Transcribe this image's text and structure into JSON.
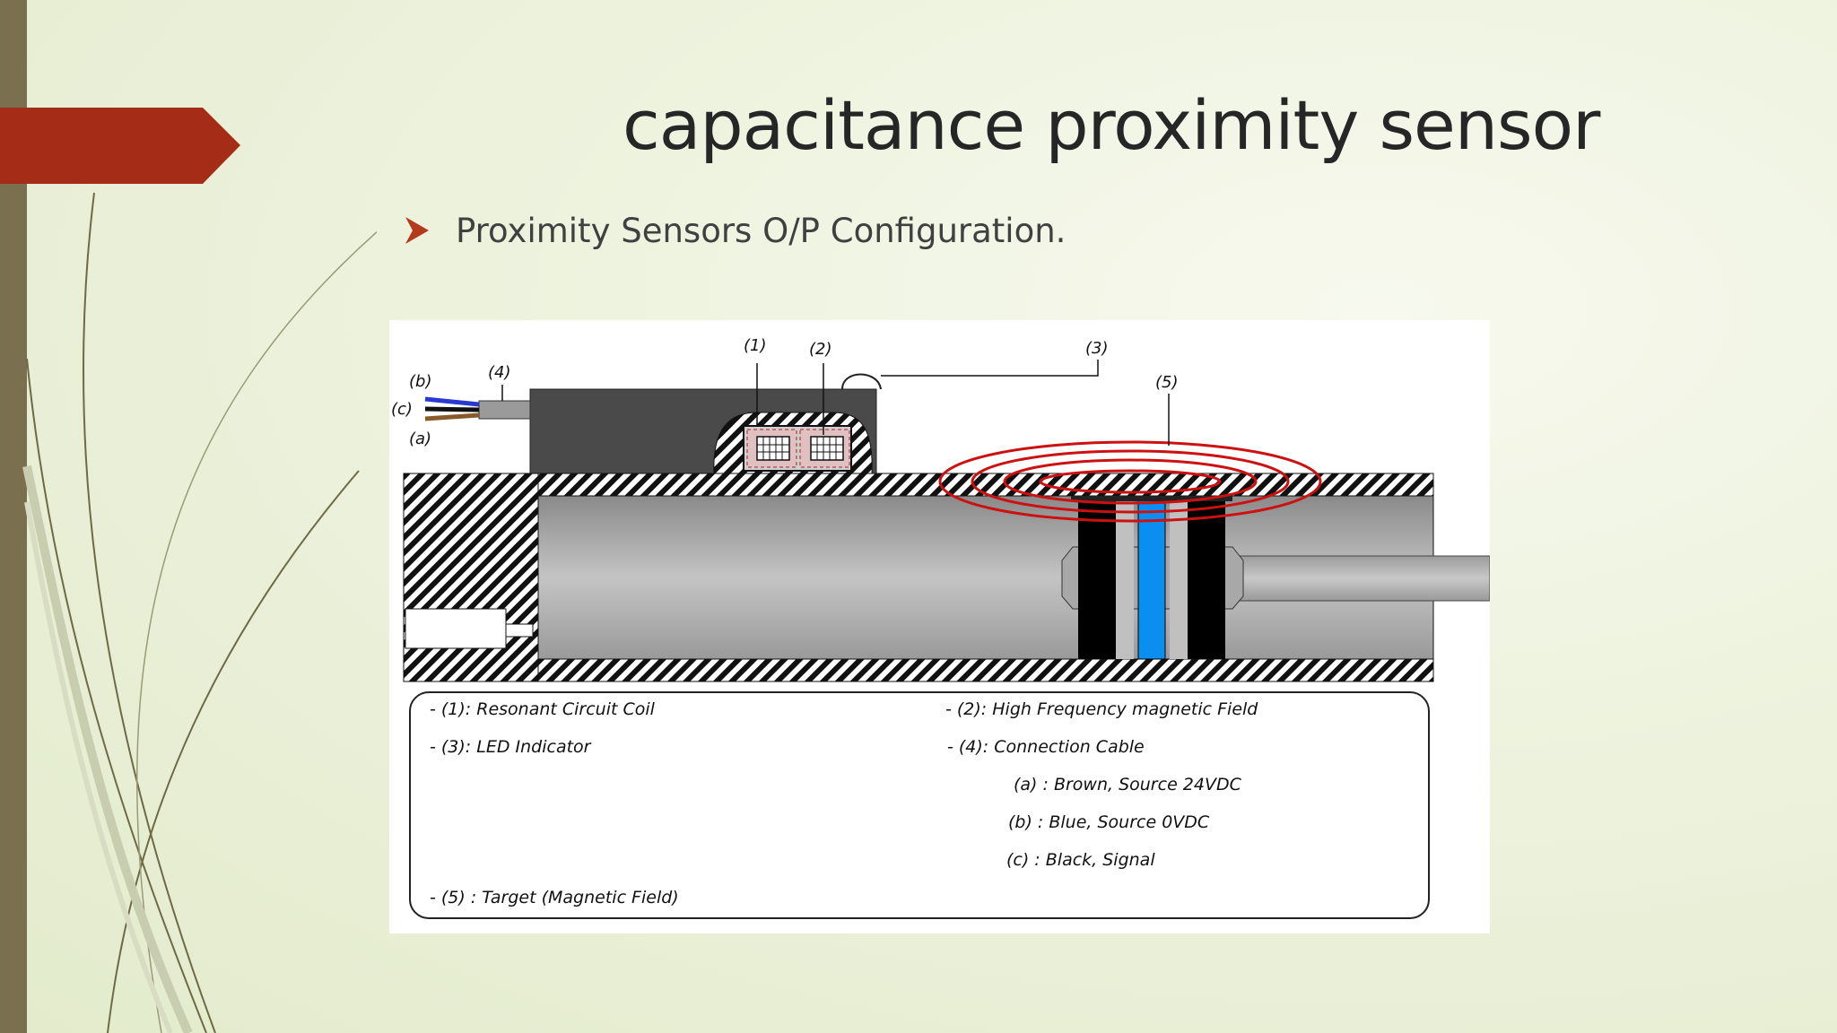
{
  "slide": {
    "title": "capacitance proximity sensor",
    "bullet": "Proximity Sensors O/P Configuration.",
    "accent_color": "#a52d17",
    "side_bar_color": "#7a6f4e"
  },
  "diagram": {
    "callouts": {
      "c1": "(1)",
      "c2": "(2)",
      "c3": "(3)",
      "c4": "(4)",
      "c5": "(5)",
      "ca": "(a)",
      "cb": "(b)",
      "cc": "(c)"
    },
    "legend": {
      "item1": "-   (1): Resonant Circuit Coil",
      "item2": "-   (2): High Frequency magnetic Field",
      "item3": "-   (3): LED Indicator",
      "item4": "-   (4): Connection Cable",
      "item4a": "(a) : Brown, Source 24VDC",
      "item4b": "(b) : Blue, Source 0VDC",
      "item4c": "(c) : Black, Signal",
      "item5": "-   (5) : Target (Magnetic Field)"
    },
    "colors": {
      "field": "#cc1111",
      "wire_blue": "#2a3ad0",
      "wire_brown": "#8a5a2b",
      "target_blue": "#0a8ff0"
    }
  }
}
